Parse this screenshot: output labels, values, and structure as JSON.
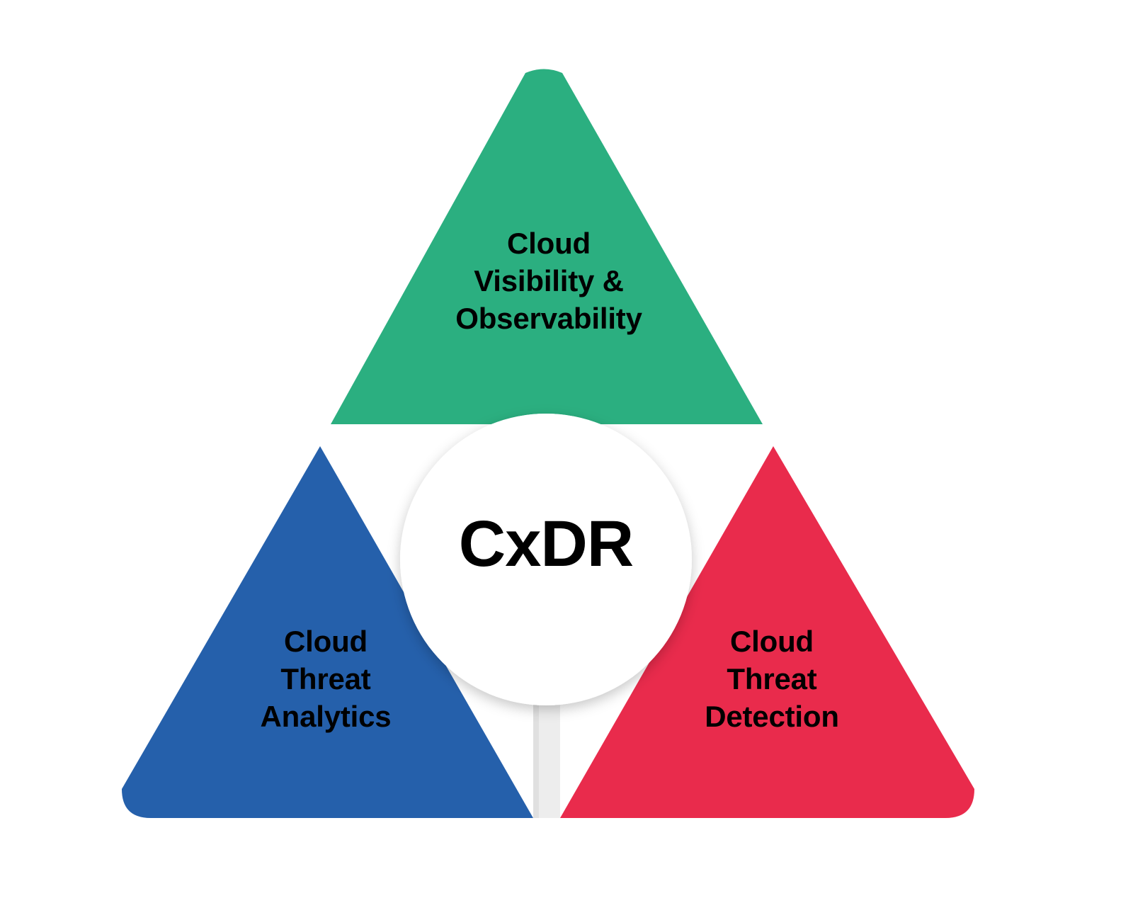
{
  "diagram": {
    "type": "segmented-triangle",
    "title": "CxDR",
    "background_color": "#FFFFFF",
    "center": {
      "label": "CxDR",
      "shape": "circle",
      "fill_color": "#FFFFFF",
      "text_color": "#000000"
    },
    "segments": [
      {
        "id": "top",
        "position": "apex",
        "label": "Cloud\nVisibility &\nObservability",
        "label_lines": [
          "Cloud",
          "Visibility &",
          "Observability"
        ],
        "color": "#2BAF80",
        "text_color": "#000000"
      },
      {
        "id": "left",
        "position": "bottom-left",
        "label": "Cloud\nThreat\nAnalytics",
        "label_lines": [
          "Cloud",
          "Threat",
          "Analytics"
        ],
        "color": "#2560AB",
        "text_color": "#000000"
      },
      {
        "id": "right",
        "position": "bottom-right",
        "label": "Cloud\nThreat\nDetection",
        "label_lines": [
          "Cloud",
          "Threat",
          "Detection"
        ],
        "color": "#E92B4C",
        "text_color": "#000000"
      }
    ]
  }
}
